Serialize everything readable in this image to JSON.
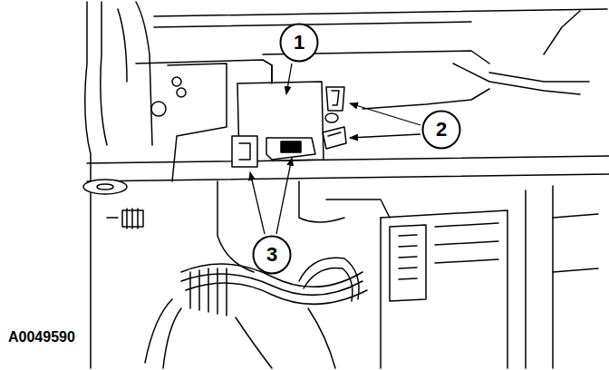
{
  "diagram": {
    "nodes": [
      {
        "text": [
          "1"
        ]
      },
      {
        "text": [
          "2"
        ]
      },
      {
        "text": [
          "3"
        ]
      }
    ],
    "labels": [
      "A0049590"
    ]
  }
}
